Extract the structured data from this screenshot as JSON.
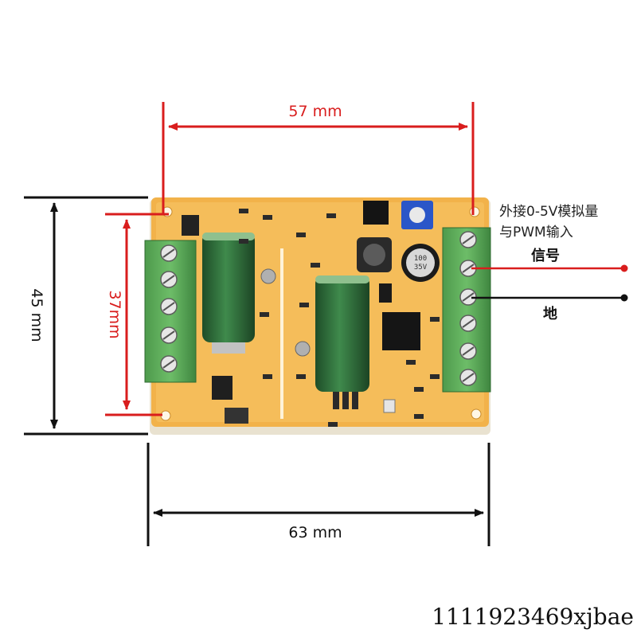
{
  "dimensions": {
    "top_width": "57 mm",
    "bottom_width": "63 mm",
    "left_height": "45 mm",
    "inner_height": "37mm"
  },
  "annotations": {
    "note_line1": "外接0-5V模拟量",
    "note_line2": "与PWM输入",
    "signal_label": "信号",
    "ground_label": "地"
  },
  "board": {
    "cap_top_marking_1": "100",
    "cap_top_marking_2": "35V"
  },
  "watermark": "1111923469xjbae",
  "colors": {
    "dimension_red": "#d91d1d",
    "dimension_black": "#111111",
    "pcb": "#f2b24a",
    "terminal": "#5daa5a",
    "capacitor": "#2f6b3a"
  }
}
